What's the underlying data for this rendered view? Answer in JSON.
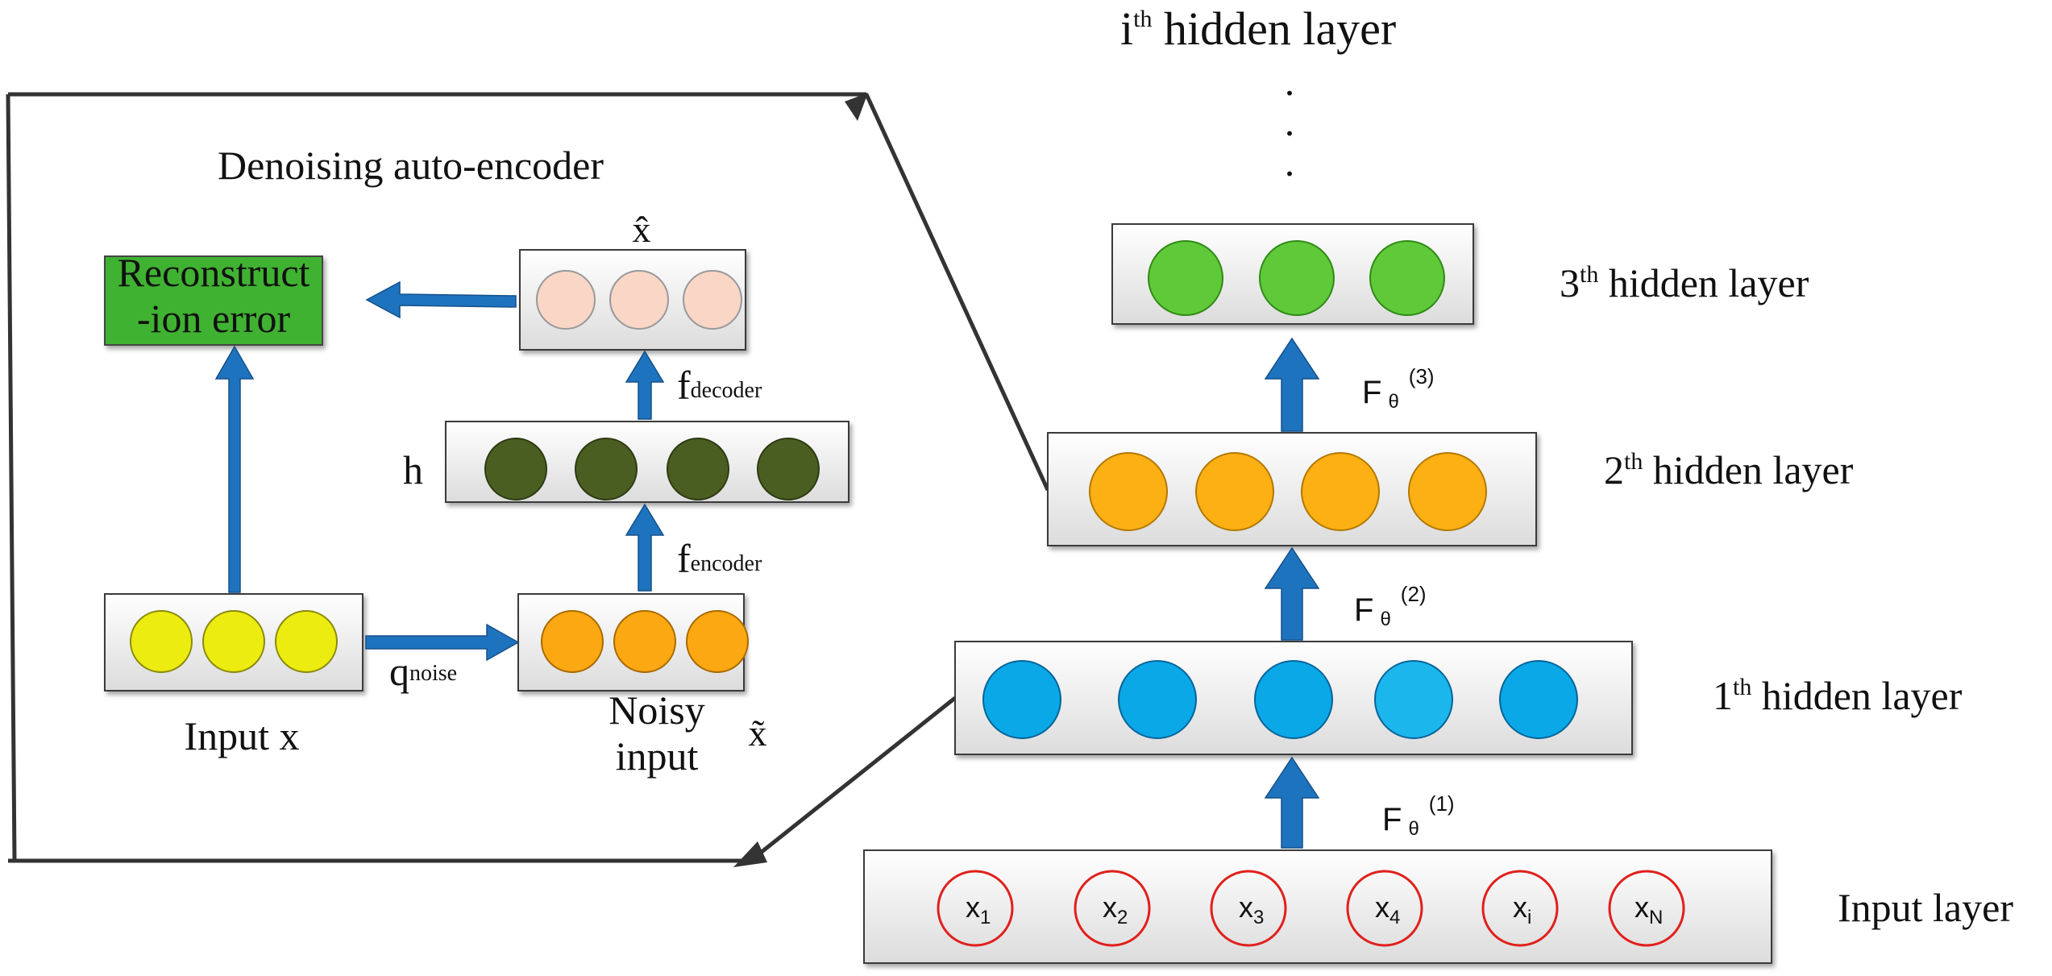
{
  "stack": {
    "top_label": {
      "main": "i",
      "sup": "th",
      "rest": " hidden layer"
    },
    "ellipsis": ".",
    "layers": [
      {
        "key": "hidden3",
        "label": {
          "main": "3",
          "sup": "th",
          "rest": " hidden layer"
        },
        "node_count": 3,
        "node_color": "#5fc93a"
      },
      {
        "key": "hidden2",
        "label": {
          "main": "2",
          "sup": "th",
          "rest": " hidden layer"
        },
        "node_count": 4,
        "node_color": "#fdb014"
      },
      {
        "key": "hidden1",
        "label": {
          "main": "1",
          "sup": "th",
          "rest": " hidden layer"
        },
        "node_count": 5,
        "node_color": "#0aa8e6"
      },
      {
        "key": "input",
        "label": {
          "main": "Input layer"
        },
        "node_count": 6,
        "nodes": [
          {
            "main": "x",
            "sub": "1"
          },
          {
            "main": "x",
            "sub": "2"
          },
          {
            "main": "x",
            "sub": "3"
          },
          {
            "main": "x",
            "sub": "4"
          },
          {
            "main": "x",
            "sub": "i"
          },
          {
            "main": "x",
            "sub": "N"
          }
        ],
        "node_stroke": "#e0201c"
      }
    ],
    "transitions": [
      {
        "main": "F",
        "theta": "θ",
        "sup": "(3)"
      },
      {
        "main": "F",
        "theta": "θ",
        "sup": "(2)"
      },
      {
        "main": "F",
        "theta": "θ",
        "sup": "(1)"
      }
    ]
  },
  "dae": {
    "title": "Denoising auto-encoder",
    "error_box": {
      "line1": "Reconstruct",
      "line2": "-ion error",
      "fill": "#3fb232"
    },
    "xhat": "x̂",
    "xtilde": "x̃",
    "h": "h",
    "input_label": "Input x",
    "noisy_label": {
      "line1": "Noisy",
      "line2": "input"
    },
    "q": {
      "main": "q",
      "sub": "noise"
    },
    "f_decoder": {
      "main": "f",
      "sub": "decoder"
    },
    "f_encoder": {
      "main": "f",
      "sub": "encoder"
    },
    "colors": {
      "reconstruction": "#f9d6c6",
      "hidden": "#4b5e22",
      "input": "#ecec10",
      "noisy": "#fca812",
      "arrow": "#1e73be"
    }
  }
}
